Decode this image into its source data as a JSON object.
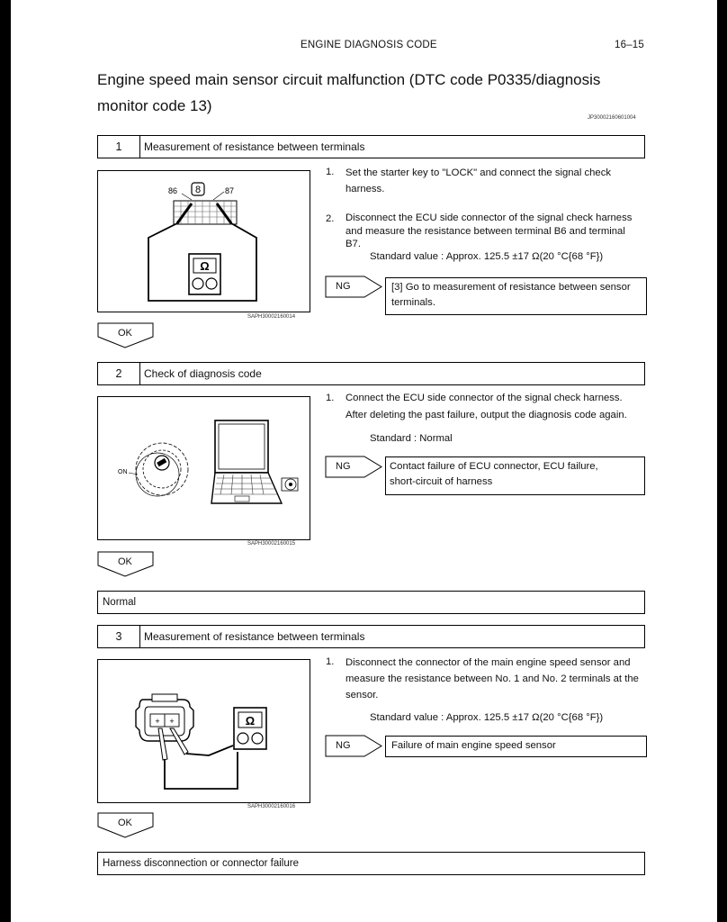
{
  "header": {
    "section": "ENGINE DIAGNOSIS  CODE",
    "page": "16–15"
  },
  "title": "Engine speed main sensor circuit malfunction (DTC code P0335/diagnosis monitor code 13)",
  "doc_id": "JP30002160601004",
  "steps": [
    {
      "num": "1",
      "title": "Measurement of resistance between  terminals",
      "figure": {
        "id": "SAPH30002160014",
        "labels": {
          "left_pin": "86",
          "right_pin": "87",
          "connector": "8",
          "meter": "Ω"
        }
      },
      "instr1_num": "1.",
      "instr1": "Set the starter key to \"LOCK\" and connect the signal check harness.",
      "instr2_num": "2.",
      "instr2": "Disconnect the ECU side connector of the signal check harness and measure the resistance between terminal B6 and terminal B7.",
      "standard": "Standard value :  Approx. 125.5  ±17 Ω(20 °C{68 °F})",
      "ng_label": "NG",
      "ng_text": "[3] Go to measurement of resistance between sensor terminals.",
      "ok_label": "OK"
    },
    {
      "num": "2",
      "title": "Check of diagnosis code",
      "figure": {
        "id": "SAPH30002160015",
        "labels": {
          "on": "ON"
        }
      },
      "instr1_num": "1.",
      "instr1a": "Connect the ECU side connector of the signal check harness.",
      "instr1b": "After deleting the past failure,  output the diagnosis code   again.",
      "standard": "Standard :  Normal",
      "ng_label": "NG",
      "ng_text": "Contact failure of ECU connector, ECU failure, short-circuit of  harness",
      "ok_label": "OK"
    },
    {
      "num": "3",
      "title": "Measurement of resistance between  terminals",
      "figure": {
        "id": "SAPH30002160016",
        "labels": {
          "meter": "Ω"
        }
      },
      "instr1_num": "1.",
      "instr1": "Disconnect the connector of the main engine speed sensor and measure the resistance between No. 1 and No. 2 terminals at the sensor.",
      "standard": "Standard value :  Approx. 125.5  ±17 Ω(20 °C{68 °F})",
      "ng_label": "NG",
      "ng_text": "Failure of main engine speed  sensor",
      "ok_label": "OK"
    }
  ],
  "result_normal": "Normal",
  "result_final": "Harness disconnection or connector  failure"
}
